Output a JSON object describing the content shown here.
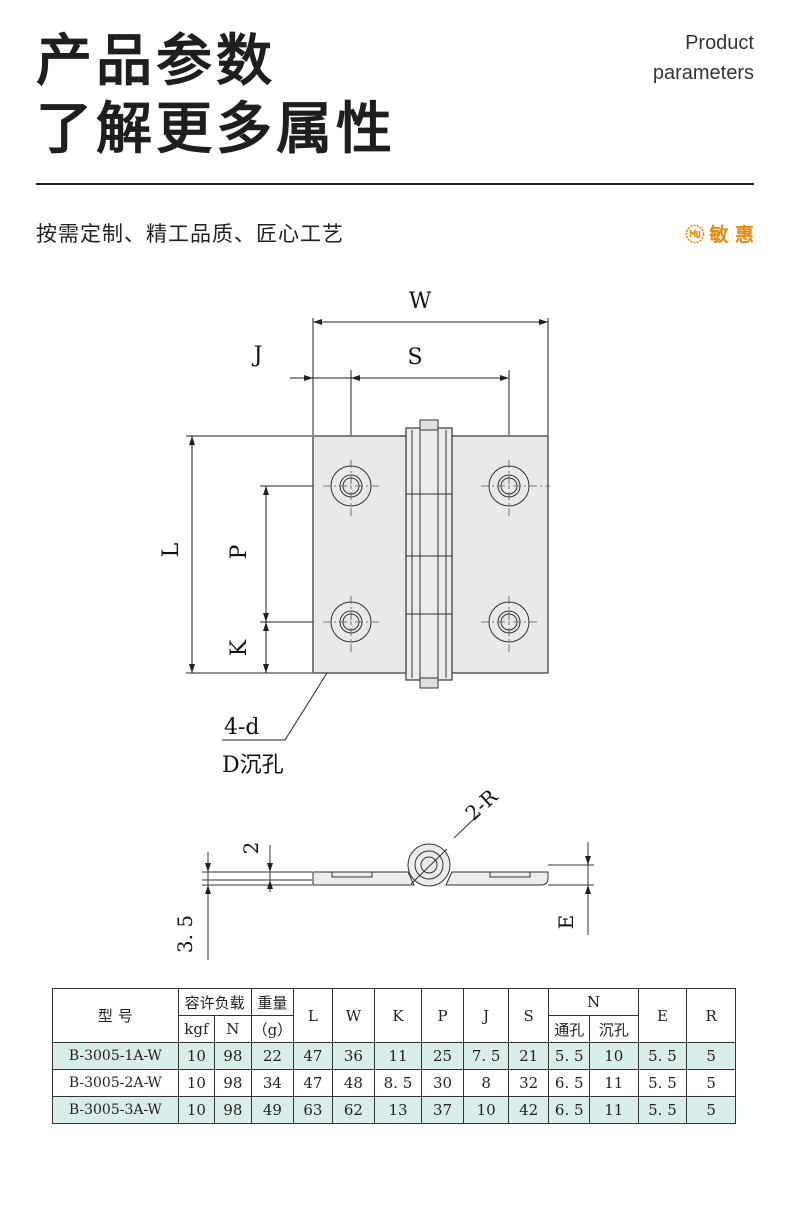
{
  "header": {
    "title_line1": "产品参数",
    "title_line2": "了解更多属性",
    "en_line1": "Product",
    "en_line2": "parameters"
  },
  "subheader": {
    "slogan": "按需定制、精工品质、匠心工艺",
    "brand": "敏 惠",
    "brand_icon": "brand-logo-icon"
  },
  "drawing": {
    "label_W": "W",
    "label_J": "J",
    "label_S": "S",
    "label_L": "L",
    "label_P": "P",
    "label_K": "K",
    "label_hole_top": "4-d",
    "label_hole_bottom": "D沉孔",
    "label_R": "2-R",
    "label_2": "2",
    "label_35": "3. 5",
    "label_E": "E"
  },
  "table": {
    "h_model": "型 号",
    "h_load": "容许负载",
    "h_weight": "重量",
    "h_kgf": "kgf",
    "h_N_unit": "N",
    "h_g": "（g）",
    "h_L": "L",
    "h_W": "W",
    "h_K": "K",
    "h_P": "P",
    "h_J": "J",
    "h_S": "S",
    "h_N": "N",
    "h_through": "通孔",
    "h_counter": "沉孔",
    "h_E": "E",
    "h_R": "R",
    "rows": [
      [
        "B-3005-1A-W",
        "10",
        "98",
        "22",
        "47",
        "36",
        "11",
        "25",
        "7. 5",
        "21",
        "5. 5",
        "10",
        "5. 5",
        "5"
      ],
      [
        "B-3005-2A-W",
        "10",
        "98",
        "34",
        "47",
        "48",
        "8. 5",
        "30",
        "8",
        "32",
        "6. 5",
        "11",
        "5. 5",
        "5"
      ],
      [
        "B-3005-3A-W",
        "10",
        "98",
        "49",
        "63",
        "62",
        "13",
        "37",
        "10",
        "42",
        "6. 5",
        "11",
        "5. 5",
        "5"
      ]
    ]
  },
  "colors": {
    "accent": "#e8890c",
    "row_shade": "#d9eeea"
  }
}
